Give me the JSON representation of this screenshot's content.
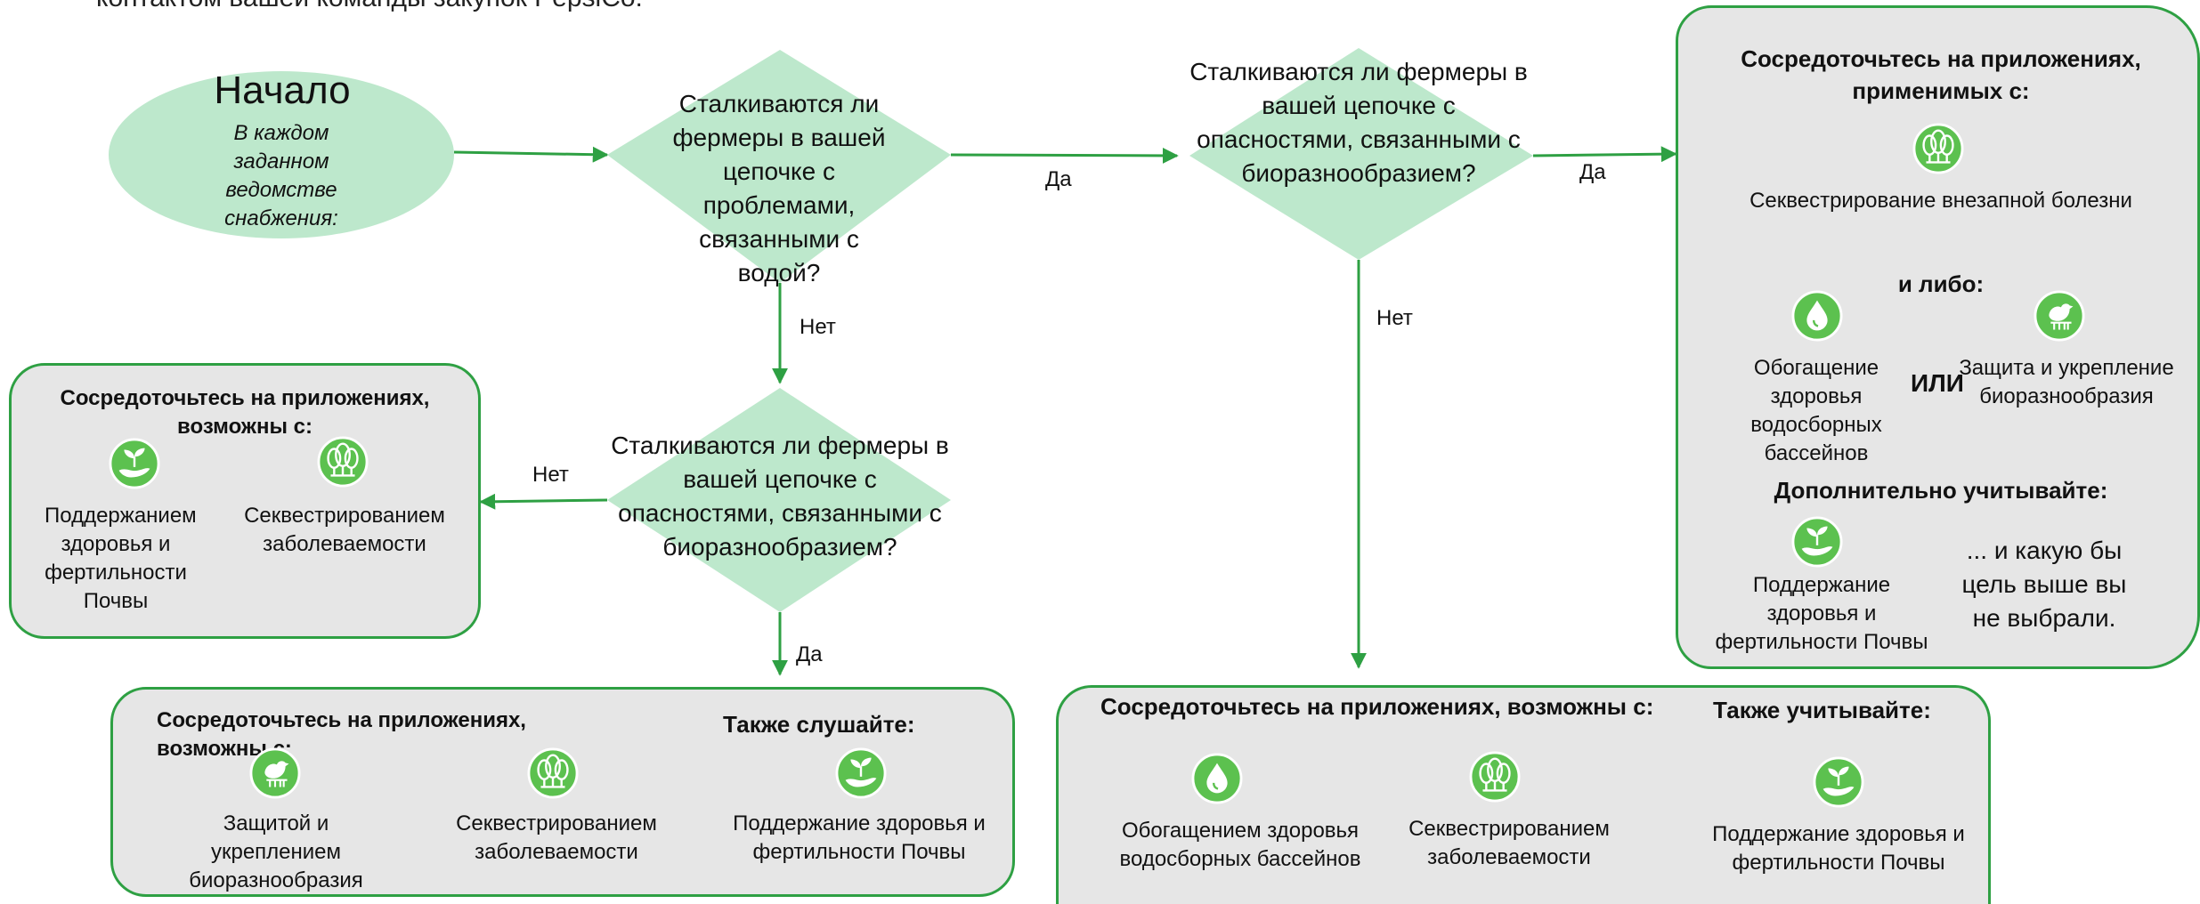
{
  "top_text": "контактом вашей команды закупок PepsiCo.",
  "start": {
    "title": "Начало",
    "subtitle": "В каждом заданном ведомстве снабжения:"
  },
  "questions": {
    "water": "Сталкиваются ли фермеры в вашей цепочке с проблемами, связанными с водой?",
    "bio_top": "Сталкиваются ли фермеры в вашей цепочке с опасностями, связанными с биоразнообразием?",
    "bio_middle": "Сталкиваются ли фермеры в вашей цепочке с опасностями, связанными с биоразнообразием?"
  },
  "edge_labels": {
    "yes": "Да",
    "no": "Нет"
  },
  "box_left": {
    "heading": "Сосредоточьтесь на приложениях, возможны с:",
    "items": [
      "Поддержанием здоровья и фертильности Почвы",
      "Секвестрированием заболеваемости"
    ]
  },
  "box_bottom_left": {
    "heading": "Сосредоточьтесь на приложениях, возможны с:",
    "also_heading": "Также слушайте:",
    "items": [
      "Защитой и укреплением биоразнообразия",
      "Секвестрированием заболеваемости"
    ],
    "also_item": "Поддержание здоровья и фертильности Почвы"
  },
  "box_bottom_right": {
    "heading": "Сосредоточьтесь на приложениях, возможны с:",
    "also_heading": "Также учитывайте:",
    "items": [
      "Обогащением здоровья водосборных бассейнов",
      "Секвестрированием заболеваемости"
    ],
    "also_item": "Поддержание здоровья и фертильности Почвы"
  },
  "box_right": {
    "heading": "Сосредоточьтесь на приложениях, применимых с:",
    "primary_item": "Секвестрирование внезапной болезни",
    "either_label": "и либо:",
    "option_a": "Обогащение здоровья водосборных бассейнов",
    "or_label": "ИЛИ",
    "option_b": "Защита и укрепление биоразнообразия",
    "additional_heading": "Дополнительно учитывайте:",
    "additional_item": "Поддержание здоровья и фертильности Почвы",
    "note": "... и какую бы цель выше вы не выбрали."
  },
  "colors": {
    "accent": "#2ea043",
    "node_fill": "#bde8cc",
    "box_fill": "#e6e6e6",
    "icon_fill": "#5cc14f"
  },
  "icons": [
    "tree-icon",
    "seedling-hand-icon",
    "water-drop-icon",
    "bird-icon"
  ]
}
